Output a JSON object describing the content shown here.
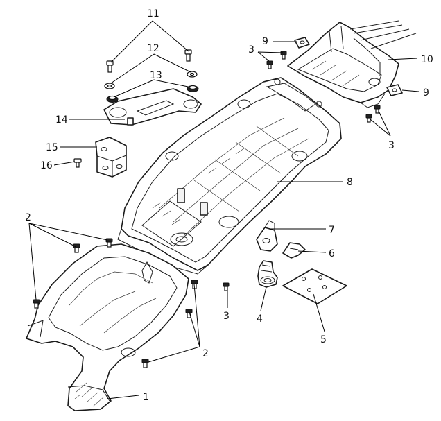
{
  "callouts": [
    {
      "id": "c1",
      "text": "1"
    },
    {
      "id": "c2a",
      "text": "2"
    },
    {
      "id": "c2b",
      "text": "2"
    },
    {
      "id": "c3a",
      "text": "3"
    },
    {
      "id": "c3b",
      "text": "3"
    },
    {
      "id": "c3c",
      "text": "3"
    },
    {
      "id": "c4",
      "text": "4"
    },
    {
      "id": "c5",
      "text": "5"
    },
    {
      "id": "c6",
      "text": "6"
    },
    {
      "id": "c7",
      "text": "7"
    },
    {
      "id": "c8",
      "text": "8"
    },
    {
      "id": "c9a",
      "text": "9"
    },
    {
      "id": "c9b",
      "text": "9"
    },
    {
      "id": "c10",
      "text": "10"
    },
    {
      "id": "c11",
      "text": "11"
    },
    {
      "id": "c12",
      "text": "12"
    },
    {
      "id": "c13",
      "text": "13"
    },
    {
      "id": "c14",
      "text": "14"
    },
    {
      "id": "c15",
      "text": "15"
    },
    {
      "id": "c16",
      "text": "16"
    }
  ]
}
